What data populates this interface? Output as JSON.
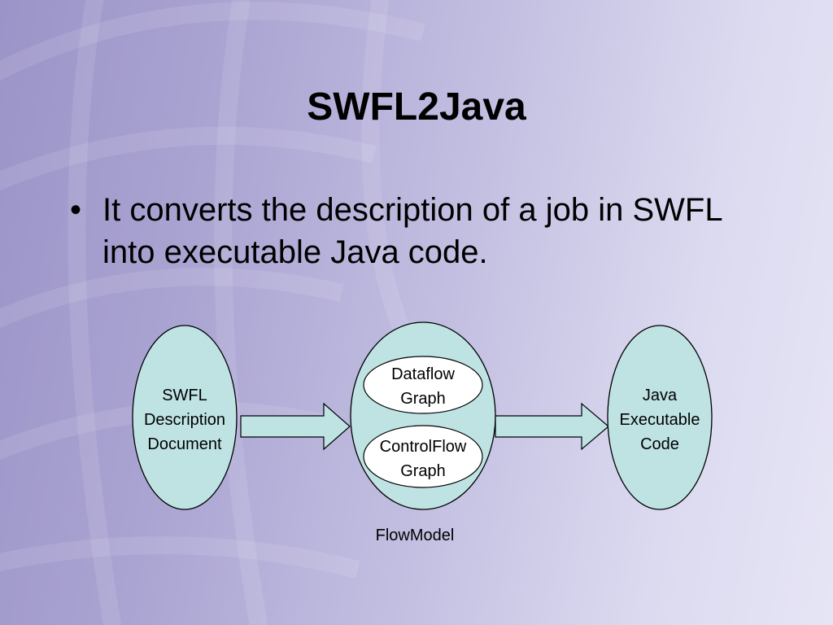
{
  "slide": {
    "title": "SWFL2Java",
    "bullet_marker": "•",
    "bullet": "It converts the description of a job in SWFL into executable Java code."
  },
  "diagram": {
    "source_node": {
      "lines": [
        "SWFL",
        "Description",
        "Document"
      ]
    },
    "flowmodel_node": {
      "label": "FlowModel",
      "children": [
        {
          "lines": [
            "Dataflow",
            "Graph"
          ]
        },
        {
          "lines": [
            "ControlFlow",
            "Graph"
          ]
        }
      ]
    },
    "target_node": {
      "lines": [
        "Java",
        "Executable",
        "Code"
      ]
    }
  },
  "colors": {
    "node_fill": "#bfe3e3",
    "inner_node_fill": "#ffffff",
    "arrow_fill": "#bfe3e3",
    "stroke": "#000000"
  }
}
